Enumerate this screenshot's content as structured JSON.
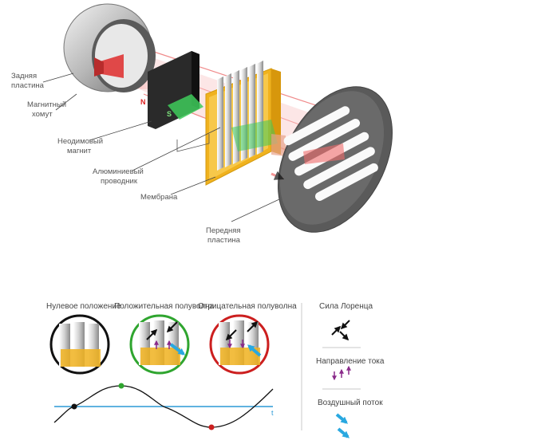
{
  "labels": {
    "back_plate": [
      "Задняя",
      "пластина"
    ],
    "magnetic_clamp": [
      "Магнитный",
      "хомут"
    ],
    "neodymium_magnet": [
      "Неодимовый",
      "магнит"
    ],
    "aluminum_conductor": [
      "Алюминиевый",
      "проводник"
    ],
    "membrane": "Мембрана",
    "front_plate": [
      "Передняя",
      "пластина"
    ],
    "pole_n": "N",
    "pole_s": "S"
  },
  "states": {
    "zero": "Нулевое положение",
    "positive": "Положительная полуволна",
    "negative": "Отрицательная полуволна"
  },
  "legend": {
    "lorentz": "Сила Лоренца",
    "current": "Направление тока",
    "airflow": "Воздушный поток"
  },
  "wave": {
    "axis_label": "t"
  },
  "colors": {
    "zero_ring": "#111111",
    "positive_ring": "#2fa52f",
    "negative_ring": "#cc1f1f",
    "wave_axis": "#2b9ad6",
    "airflow": "#29a8e0",
    "current": "#8a2a8a",
    "membrane": "#f0b21e",
    "magnetic_field": "#f06a6a"
  }
}
